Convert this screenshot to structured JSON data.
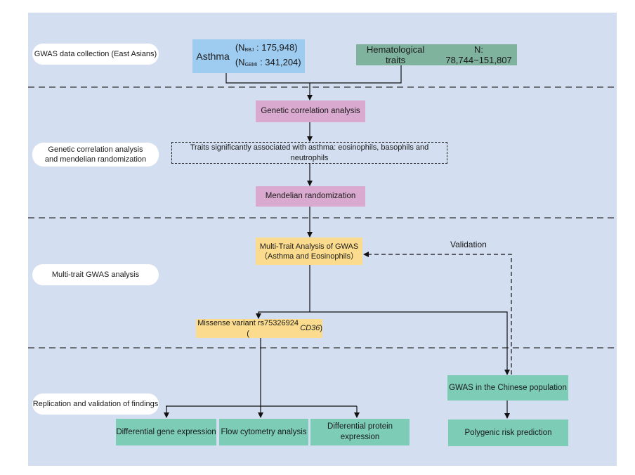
{
  "stages": [
    "GWAS data collection (East Asians)",
    "Genetic correlation analysis\nand mendelian randomization",
    "Multi-trait GWAS analysis",
    "Replication and validation of findings"
  ],
  "asthma": {
    "title": "Asthma",
    "n1_prefix": "(N",
    "n1_sub": "BBJ",
    "n1_value": " : 175,948)",
    "n2_prefix": "(N",
    "n2_sub": "GBMI",
    "n2_value": " : 341,204)"
  },
  "hemato": {
    "title": "Hematological traits",
    "n": "N: 78,744~151,807"
  },
  "genetic_correlation": "Genetic correlation analysis",
  "traits": "Traits significantly associated with asthma: eosinophils, basophils and neutrophils",
  "mendelian": "Mendelian randomization",
  "mtag": {
    "line1": "Multi-Trait Analysis of GWAS",
    "line2": "（Asthma and Eosinophils）"
  },
  "validation": "Validation",
  "missense": {
    "text": "Missense variant rs75326924 (",
    "gene": "CD36",
    "close": ")"
  },
  "chinese_gwas": "GWAS in the Chinese population",
  "outputs": [
    "Differential gene expression",
    "Flow cytometry analysis",
    "Differential protein expression"
  ],
  "polygenic": "Polygenic risk prediction"
}
